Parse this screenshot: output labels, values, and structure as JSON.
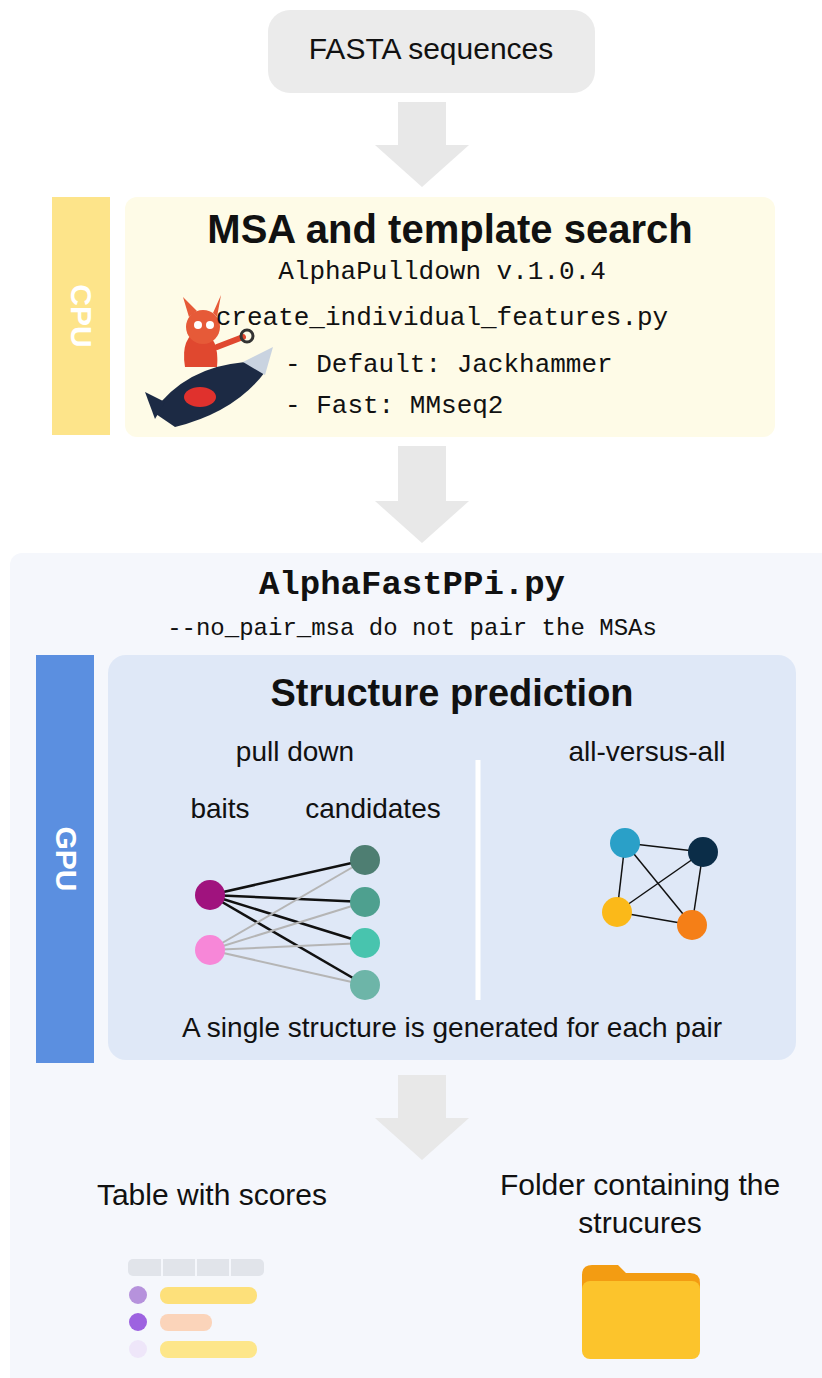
{
  "diagram": {
    "nodes": [
      {
        "text": [
          "FASTA sequences"
        ]
      },
      {
        "text": [
          "CPU"
        ]
      },
      {
        "text": [
          "MSA and template search",
          "AlphaPulldown v.1.0.4",
          "create_individual_features.py",
          "- Default: Jackhammer",
          "- Fast: MMseq2"
        ]
      },
      {
        "text": [
          "AlphaFastPPi.py",
          "--no_pair_msa do not pair the MSAs"
        ]
      },
      {
        "text": [
          "GPU"
        ],
        "in": 3
      },
      {
        "text": [
          "Structure prediction",
          "pull down",
          "baits",
          "candidates",
          "all-versus-all",
          "A single structure is generated for each pair"
        ],
        "in": 3
      }
    ],
    "edges": [
      {
        "from": 0,
        "to": 2,
        "arrow": "to"
      },
      {
        "from": 2,
        "to": 3,
        "arrow": "to"
      }
    ],
    "labels": [
      "Table with scores",
      "Folder containing the strucures"
    ]
  }
}
